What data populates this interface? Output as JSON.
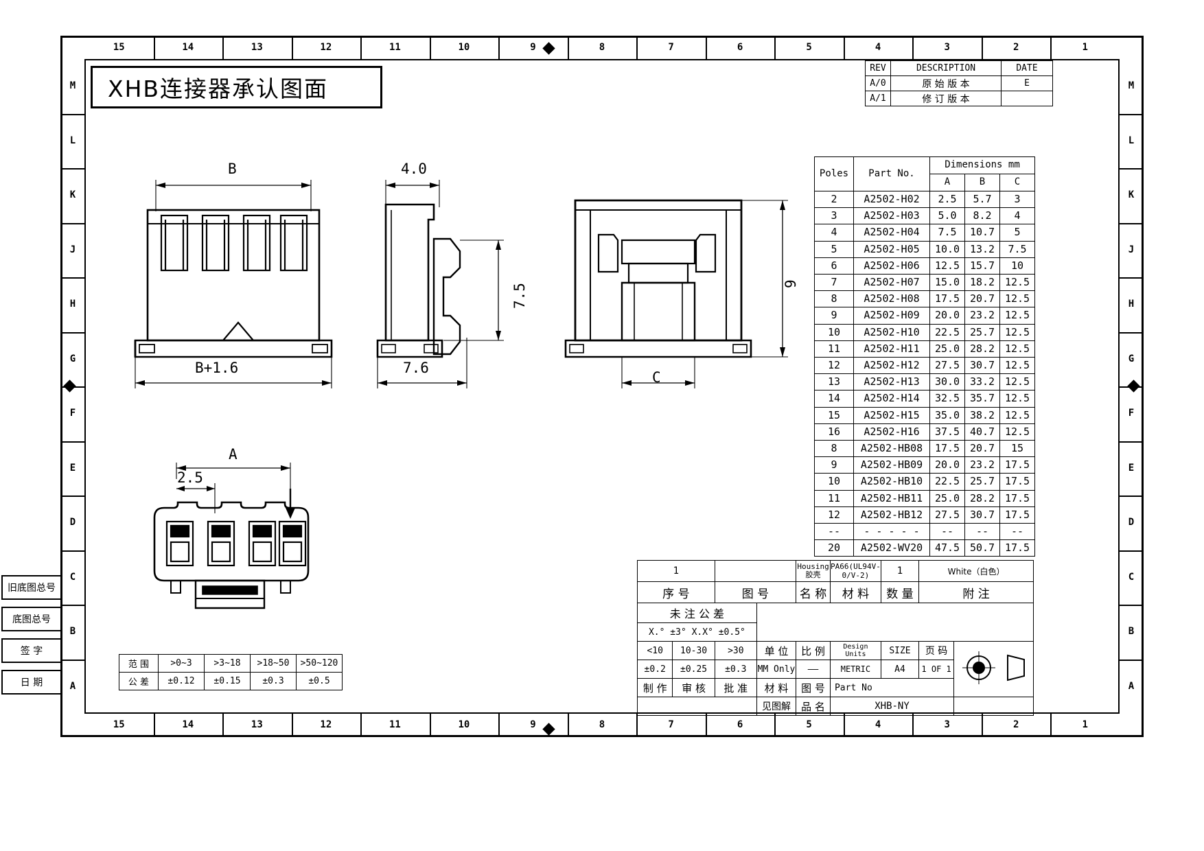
{
  "title": "XHB连接器承认图面",
  "zones": {
    "top": [
      "15",
      "14",
      "13",
      "12",
      "11",
      "10",
      "9",
      "8",
      "7",
      "6",
      "5",
      "4",
      "3",
      "2",
      "1"
    ],
    "bottom": [
      "15",
      "14",
      "13",
      "12",
      "11",
      "10",
      "9",
      "8",
      "7",
      "6",
      "5",
      "4",
      "3",
      "2",
      "1"
    ],
    "left": [
      "M",
      "L",
      "K",
      "J",
      "H",
      "G",
      "F",
      "E",
      "D",
      "C",
      "B",
      "A"
    ],
    "right": [
      "M",
      "L",
      "K",
      "J",
      "H",
      "G",
      "F",
      "E",
      "D",
      "C",
      "B",
      "A"
    ]
  },
  "revision": {
    "headers": [
      "REV",
      "DESCRIPTION",
      "DATE"
    ],
    "rows": [
      {
        "rev": "A/0",
        "description": "原 始 版 本",
        "date": "E"
      },
      {
        "rev": "A/1",
        "description": "修 订 版 本",
        "date": ""
      }
    ]
  },
  "dimension_table": {
    "header_poles": "Poles",
    "header_part": "Part No.",
    "header_dimensions": "Dimensions mm",
    "sub_headers": [
      "A",
      "B",
      "C"
    ],
    "rows": [
      {
        "poles": "2",
        "part": "A2502-H02",
        "a": "2.5",
        "b": "5.7",
        "c": "3"
      },
      {
        "poles": "3",
        "part": "A2502-H03",
        "a": "5.0",
        "b": "8.2",
        "c": "4"
      },
      {
        "poles": "4",
        "part": "A2502-H04",
        "a": "7.5",
        "b": "10.7",
        "c": "5"
      },
      {
        "poles": "5",
        "part": "A2502-H05",
        "a": "10.0",
        "b": "13.2",
        "c": "7.5"
      },
      {
        "poles": "6",
        "part": "A2502-H06",
        "a": "12.5",
        "b": "15.7",
        "c": "10"
      },
      {
        "poles": "7",
        "part": "A2502-H07",
        "a": "15.0",
        "b": "18.2",
        "c": "12.5"
      },
      {
        "poles": "8",
        "part": "A2502-H08",
        "a": "17.5",
        "b": "20.7",
        "c": "12.5"
      },
      {
        "poles": "9",
        "part": "A2502-H09",
        "a": "20.0",
        "b": "23.2",
        "c": "12.5"
      },
      {
        "poles": "10",
        "part": "A2502-H10",
        "a": "22.5",
        "b": "25.7",
        "c": "12.5"
      },
      {
        "poles": "11",
        "part": "A2502-H11",
        "a": "25.0",
        "b": "28.2",
        "c": "12.5"
      },
      {
        "poles": "12",
        "part": "A2502-H12",
        "a": "27.5",
        "b": "30.7",
        "c": "12.5"
      },
      {
        "poles": "13",
        "part": "A2502-H13",
        "a": "30.0",
        "b": "33.2",
        "c": "12.5"
      },
      {
        "poles": "14",
        "part": "A2502-H14",
        "a": "32.5",
        "b": "35.7",
        "c": "12.5"
      },
      {
        "poles": "15",
        "part": "A2502-H15",
        "a": "35.0",
        "b": "38.2",
        "c": "12.5"
      },
      {
        "poles": "16",
        "part": "A2502-H16",
        "a": "37.5",
        "b": "40.7",
        "c": "12.5"
      },
      {
        "poles": "8",
        "part": "A2502-HB08",
        "a": "17.5",
        "b": "20.7",
        "c": "15"
      },
      {
        "poles": "9",
        "part": "A2502-HB09",
        "a": "20.0",
        "b": "23.2",
        "c": "17.5"
      },
      {
        "poles": "10",
        "part": "A2502-HB10",
        "a": "22.5",
        "b": "25.7",
        "c": "17.5"
      },
      {
        "poles": "11",
        "part": "A2502-HB11",
        "a": "25.0",
        "b": "28.2",
        "c": "17.5"
      },
      {
        "poles": "12",
        "part": "A2502-HB12",
        "a": "27.5",
        "b": "30.7",
        "c": "17.5"
      },
      {
        "poles": "--",
        "part": "- - - - -",
        "a": "--",
        "b": "--",
        "c": "--"
      },
      {
        "poles": "20",
        "part": "A2502-WV20",
        "a": "47.5",
        "b": "50.7",
        "c": "17.5"
      }
    ]
  },
  "views": {
    "front": {
      "dim_b": "B",
      "dim_b16": "B+1.6"
    },
    "side": {
      "dim_40": "4.0",
      "dim_75": "7.5",
      "dim_76": "7.6"
    },
    "rear": {
      "dim_9": "9",
      "dim_c": "C"
    },
    "top": {
      "dim_a": "A",
      "dim_25": "2.5"
    }
  },
  "tolerance_table": {
    "row_labels": [
      "范 围",
      "公 差"
    ],
    "ranges": [
      ">0~3",
      ">3~18",
      ">18~50",
      ">50~120"
    ],
    "tolerances": [
      "±0.12",
      "±0.15",
      "±0.3",
      "±0.5"
    ]
  },
  "title_block": {
    "item_no": "1",
    "drawing_no": "",
    "name_en": "Housing",
    "name_cn": "胶壳",
    "material": "PA66(UL94V-0/V-2)",
    "qty": "1",
    "remark": "White（白色）",
    "labels": {
      "item": "序  号",
      "drawing": "图      号",
      "name": "名  称",
      "material": "材      料",
      "qty": "数  量",
      "remark": "附      注"
    },
    "tolerance_title": "未 注 公 差",
    "tolerance_angles": "X.° ±3°  X.X° ±0.5°",
    "range_headers": [
      "<10",
      "10-30",
      ">30"
    ],
    "range_values": [
      "±0.2",
      "±0.25",
      "±0.3"
    ],
    "unit_label": "单 位",
    "unit_value": "MM Only",
    "scale_label": "比 例",
    "scale_value": "——",
    "design_units_label": "Design\nUnits",
    "design_units_value": "METRIC",
    "size_label": "SIZE",
    "size_value": "A4",
    "page_label": "页 码",
    "page_value": "1 OF 1",
    "part_no_label": "Part No",
    "part_no_value": "XHB-NY",
    "maker_label": "制 作",
    "check_label": "审 核",
    "approve_label": "批 准",
    "material_label2": "材 料",
    "drawing_label2": "图 号",
    "see_drawing": "见图解",
    "product_label": "品 名"
  },
  "left_stubs": [
    {
      "label": "旧底图总号"
    },
    {
      "label": "底图总号"
    },
    {
      "label": "签 字"
    },
    {
      "label": "日 期"
    }
  ]
}
